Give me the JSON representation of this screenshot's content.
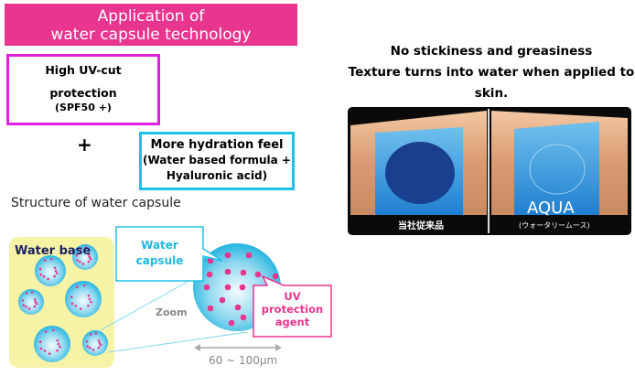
{
  "title": {
    "line1": "Application of",
    "line2": "water capsule technology"
  },
  "uv_box": {
    "line1": "High UV-cut",
    "line2": "protection",
    "line3": "(SPF50 +)"
  },
  "plus": "+",
  "hydration_box": {
    "line1": "More hydration feel",
    "line2": "(Water based formula +",
    "line3": "Hyaluronic acid)"
  },
  "structure_heading": "Structure of water capsule",
  "diagram": {
    "water_base": "Water base",
    "water_capsule_line1": "Water",
    "water_capsule_line2": "capsule",
    "uv_agent_line1": "UV",
    "uv_agent_line2": "protection",
    "uv_agent_line3": "agent",
    "zoom": "Zoom",
    "size": "60 ~ 100μm"
  },
  "right_text": {
    "line1": "No stickiness and greasiness",
    "line2": "Texture turns into water when applied to",
    "line3": "skin."
  },
  "photo": {
    "left_label": "当社従来品",
    "right_brand": "AQUA",
    "right_sub": "(ウォータリームース)"
  },
  "colors": {
    "title_bg": "#e8358f",
    "magenta": "#e020e0",
    "cyan": "#20c0e8",
    "pink": "#e8358f"
  }
}
